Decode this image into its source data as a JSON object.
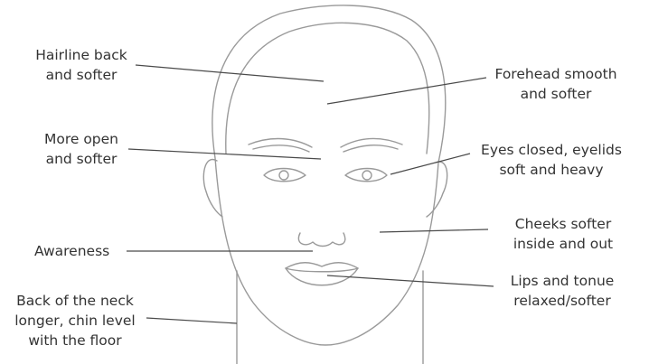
{
  "labels": {
    "hairline": [
      "Hairline back",
      "and softer"
    ],
    "forehead": [
      "Forehead smooth",
      "and softer"
    ],
    "brows": [
      "More open",
      "and softer"
    ],
    "eyes": [
      "Eyes closed, eyelids",
      "soft and heavy"
    ],
    "cheeks": [
      "Cheeks softer",
      "inside and out"
    ],
    "awareness": [
      "Awareness"
    ],
    "lips": [
      "Lips and tonue",
      "relaxed/softer"
    ],
    "neck": [
      "Back of the neck",
      "longer, chin level",
      "with the floor"
    ]
  },
  "colors": {
    "face_line": "#9a9a9a",
    "pointer_line": "#4a4a4a",
    "text": "#333333"
  }
}
